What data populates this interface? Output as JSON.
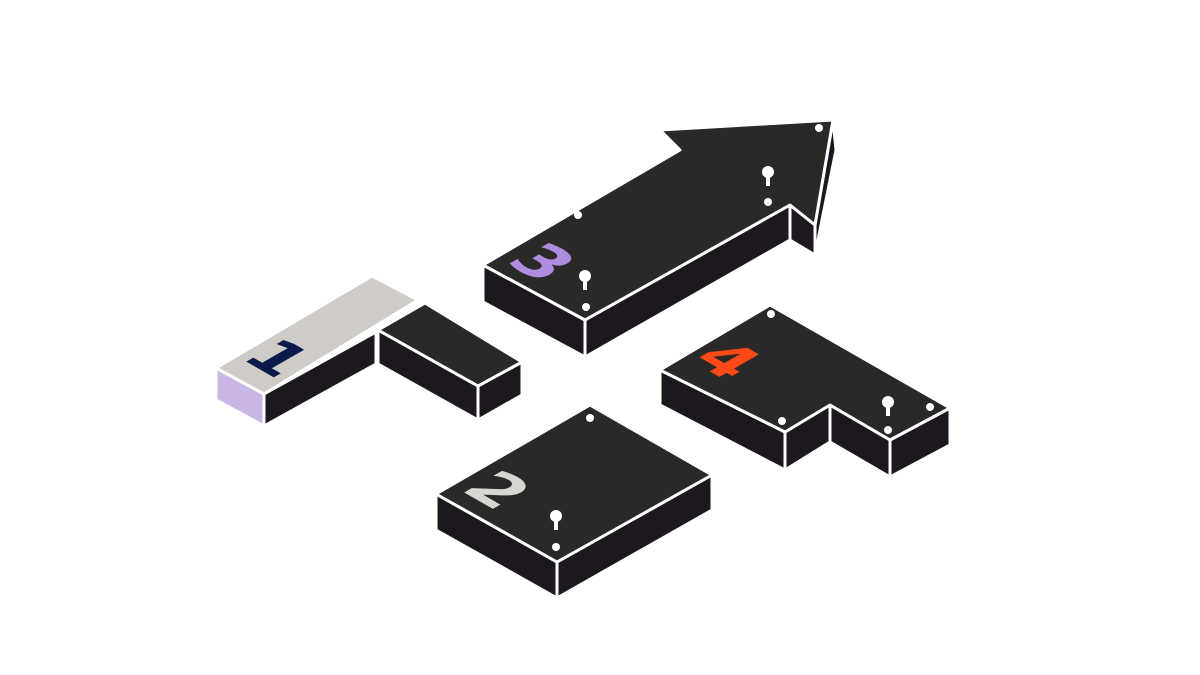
{
  "pieces": [
    {
      "label": "1",
      "color": "#0b1a4a"
    },
    {
      "label": "2",
      "color": "#d8d6d2"
    },
    {
      "label": "3",
      "color": "#b08ce0"
    },
    {
      "label": "4",
      "color": "#ff4a17"
    }
  ],
  "colors": {
    "top": "#2b2927",
    "side": "#1d1720",
    "piece1_top": "#cfcbc6",
    "piece1_face": "#c9b6e4"
  }
}
